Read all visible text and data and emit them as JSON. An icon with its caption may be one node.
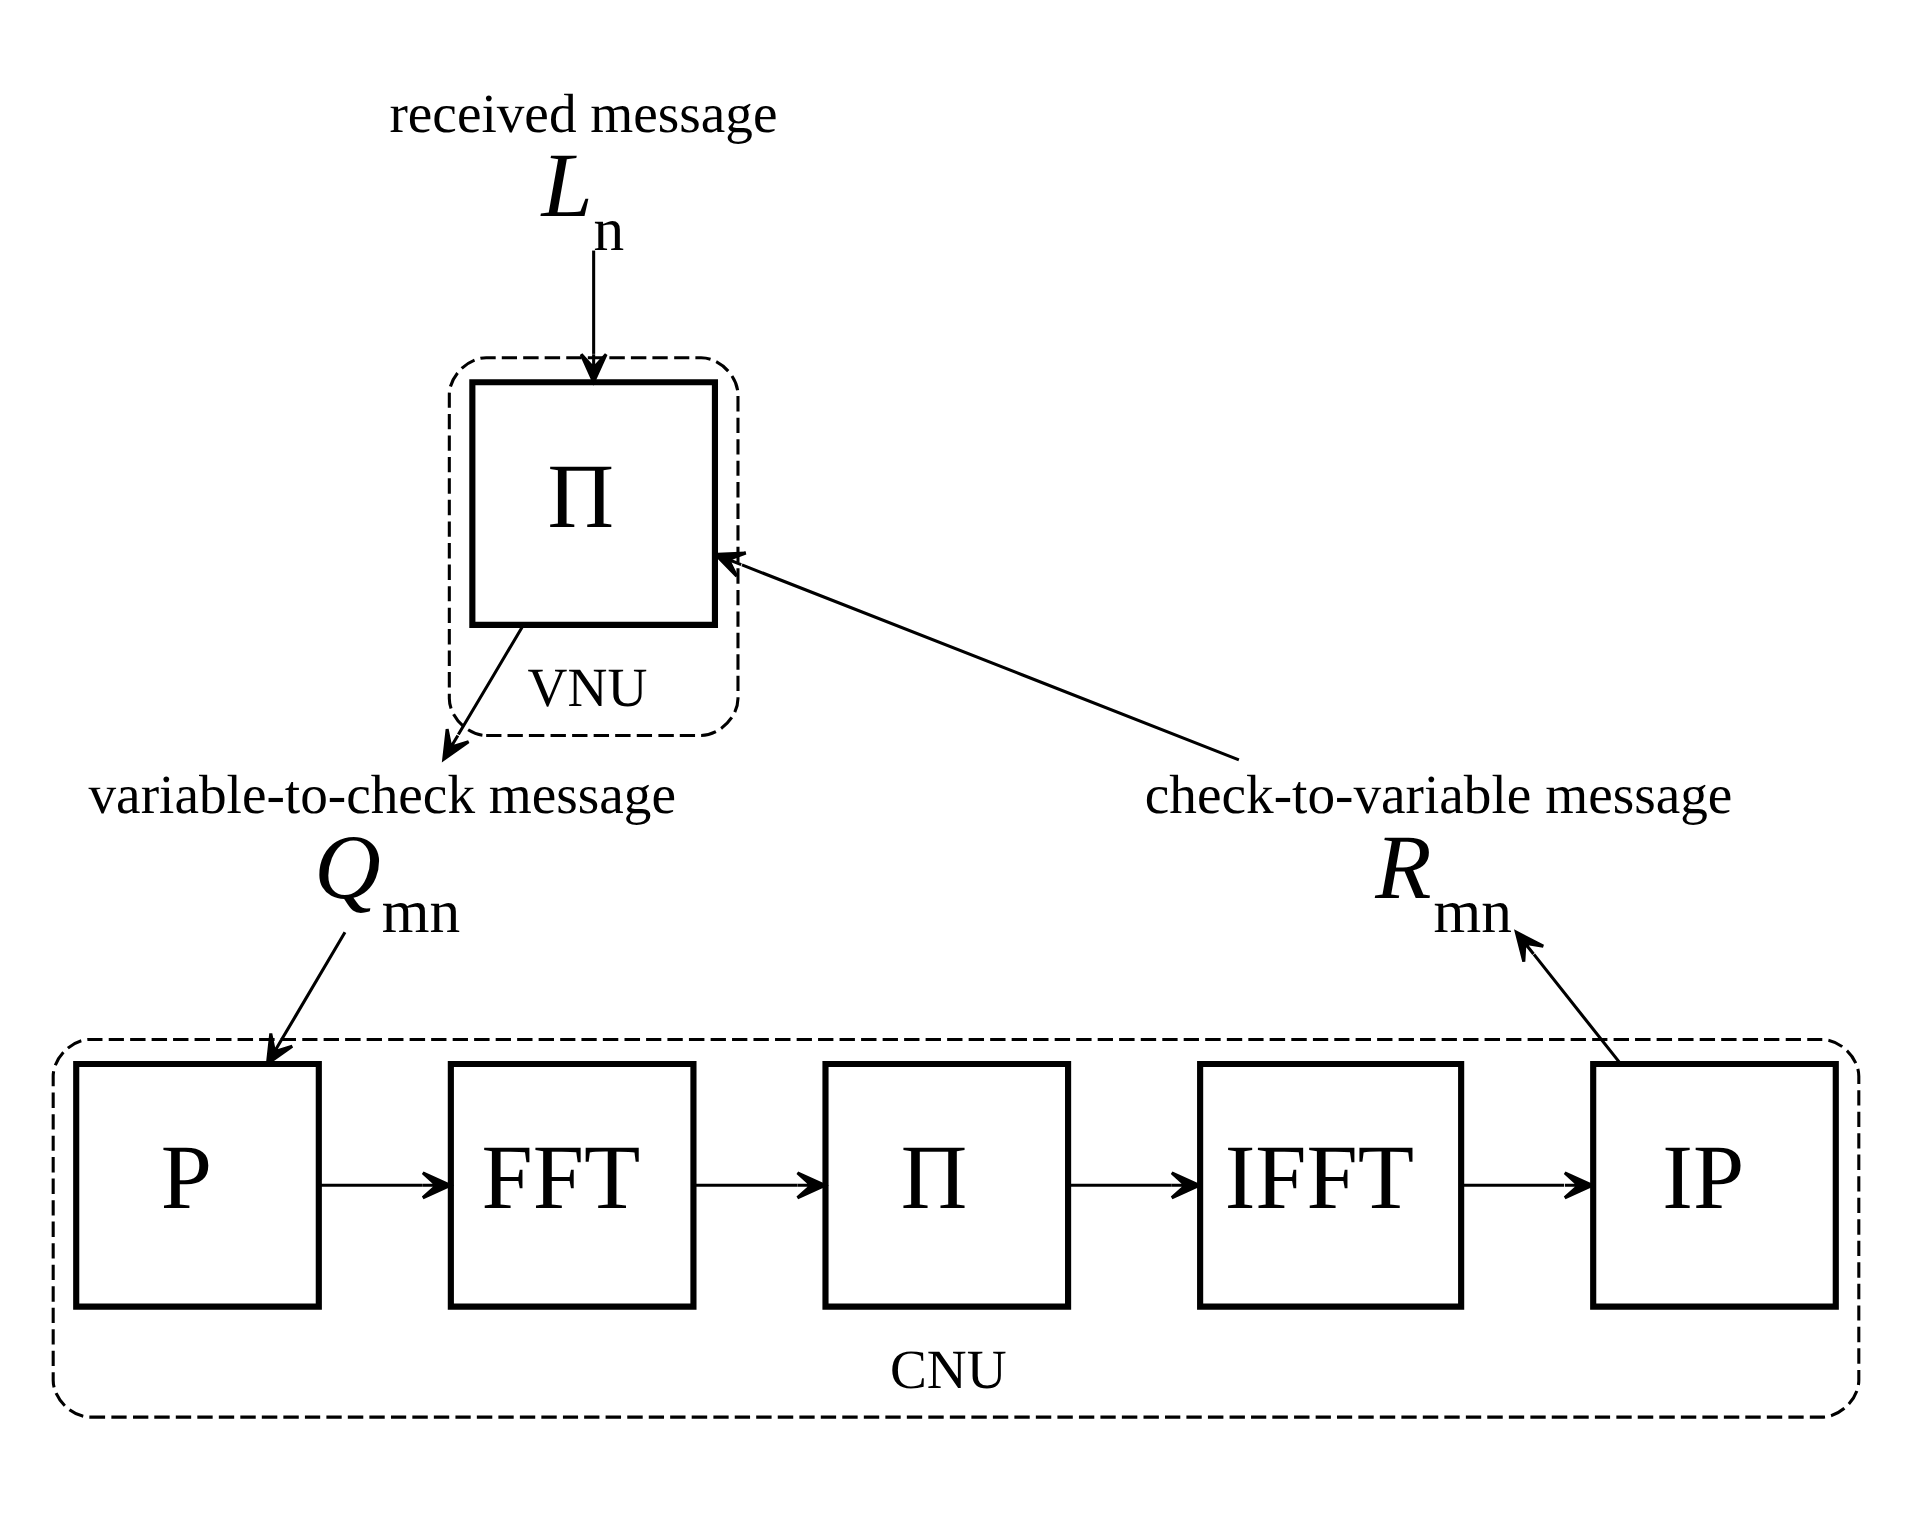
{
  "diagram": {
    "nodes": [
      {
        "text": [
          "VNU"
        ]
      },
      {
        "text": [
          "Π"
        ],
        "in": 0
      },
      {
        "text": [
          "received message",
          "*L*$_{n}$"
        ]
      },
      {
        "text": [
          "variable-to-check message",
          "*Q*$_{mn}$"
        ]
      },
      {
        "text": [
          "check-to-variable message",
          "*R*$_{mn}$"
        ]
      },
      {
        "text": [
          "CNU"
        ]
      },
      {
        "text": [
          "P"
        ],
        "in": 5
      },
      {
        "text": [
          "FFT"
        ],
        "in": 5
      },
      {
        "text": [
          "Π"
        ],
        "in": 5
      },
      {
        "text": [
          "IFFT"
        ],
        "in": 5
      },
      {
        "text": [
          "IP"
        ],
        "in": 5
      }
    ],
    "edges": [
      {
        "from": 2,
        "to": 1,
        "arrow": "to"
      },
      {
        "from": 1,
        "to": 3,
        "arrow": "to"
      },
      {
        "from": 4,
        "to": 1,
        "arrow": "to"
      },
      {
        "from": 3,
        "to": 6,
        "arrow": "to"
      },
      {
        "from": 6,
        "to": 7,
        "arrow": "to"
      },
      {
        "from": 7,
        "to": 8,
        "arrow": "to"
      },
      {
        "from": 8,
        "to": 9,
        "arrow": "to"
      },
      {
        "from": 9,
        "to": 10,
        "arrow": "to"
      },
      {
        "from": 10,
        "to": 4,
        "arrow": "to"
      }
    ]
  }
}
